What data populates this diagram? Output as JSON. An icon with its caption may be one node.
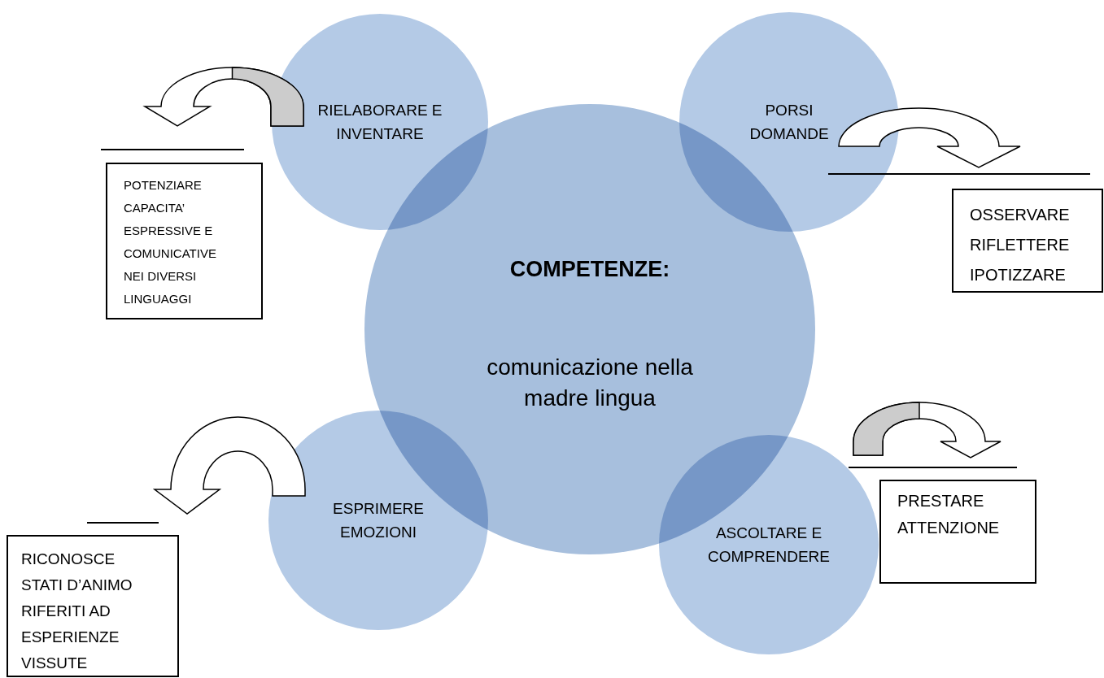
{
  "diagram": {
    "nodes": [
      {
        "text": [
          "COMPETENZE:",
          "comunicazione nella madre lingua"
        ]
      },
      {
        "text": [
          "RIELABORARE E INVENTARE"
        ]
      },
      {
        "text": [
          "PORSI DOMANDE"
        ]
      },
      {
        "text": [
          "ESPRIMERE EMOZIONI"
        ]
      },
      {
        "text": [
          "ASCOLTARE E COMPRENDERE"
        ]
      },
      {
        "text": [
          "POTENZIARE CAPACITA’ ESPRESSIVE E COMUNICATIVE NEI DIVERSI LINGUAGGI"
        ]
      },
      {
        "text": [
          "OSSERVARE",
          "RIFLETTERE",
          "IPOTIZZARE"
        ]
      },
      {
        "text": [
          "RICONOSCE STATI D’ANIMO RIFERITI AD ESPERIENZE VISSUTE"
        ]
      },
      {
        "text": [
          "PRESTARE ATTENZIONE"
        ]
      }
    ],
    "edges": [
      {
        "from": 1,
        "to": 5,
        "arrow": "to"
      },
      {
        "from": 2,
        "to": 6,
        "arrow": "to"
      },
      {
        "from": 3,
        "to": 7,
        "arrow": "to"
      },
      {
        "from": 4,
        "to": 8,
        "arrow": "to"
      }
    ]
  }
}
